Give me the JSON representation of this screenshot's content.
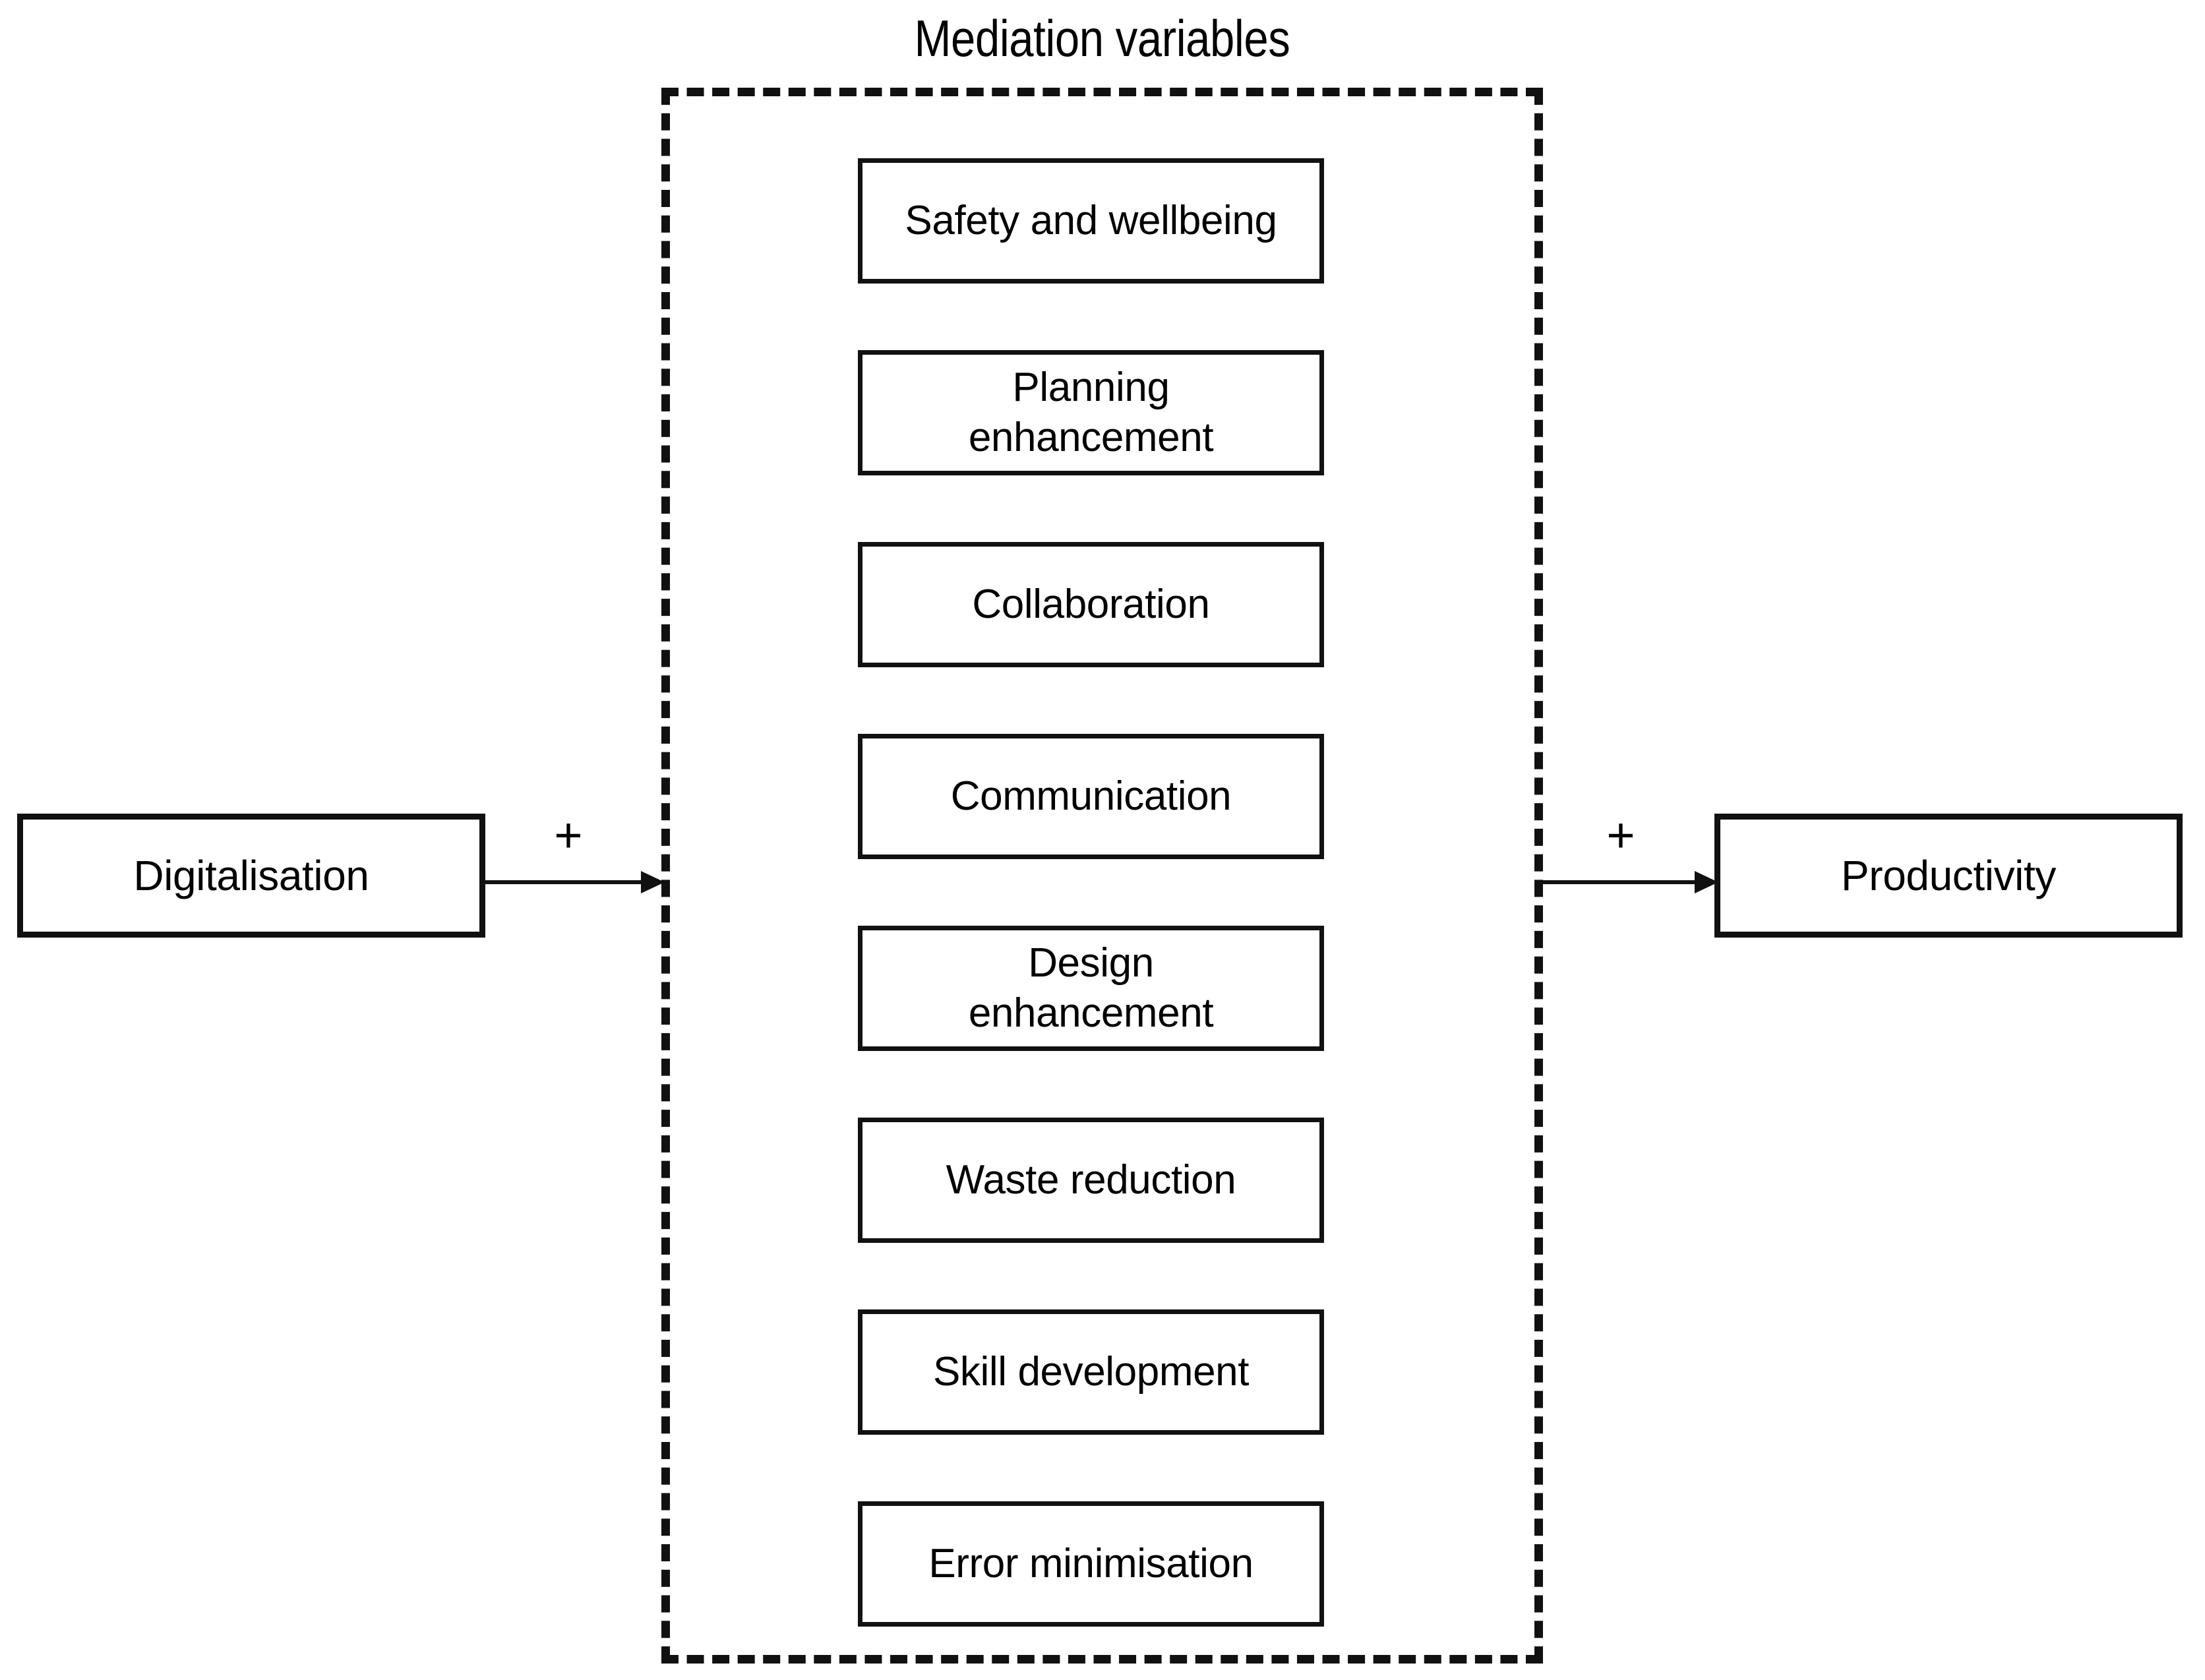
{
  "diagram": {
    "type": "mediation-model",
    "title": "Mediation variables",
    "predictor": {
      "label": "Digitalisation"
    },
    "outcome": {
      "label": "Productivity"
    },
    "paths": [
      {
        "name": "predictor-to-mediators",
        "sign": "+",
        "from": "Digitalisation",
        "to": "Mediation variables"
      },
      {
        "name": "mediators-to-outcome",
        "sign": "+",
        "from": "Mediation variables",
        "to": "Productivity"
      }
    ],
    "mediators": [
      {
        "label": "Safety and wellbeing"
      },
      {
        "label": "Planning\nenhancement"
      },
      {
        "label": "Collaboration"
      },
      {
        "label": "Communication"
      },
      {
        "label": "Design\nenhancement"
      },
      {
        "label": "Waste reduction"
      },
      {
        "label": "Skill development"
      },
      {
        "label": "Error minimisation"
      }
    ],
    "colors": {
      "stroke": "#111111",
      "background": "#ffffff",
      "text": "#000000"
    }
  }
}
